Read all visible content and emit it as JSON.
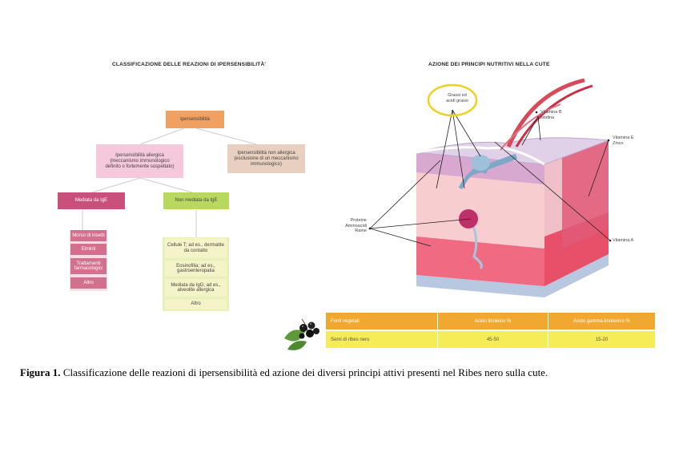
{
  "left_title": "Classificazione delle reazioni di ipersensibilità'",
  "right_title": "Azione dei principi nutritivi nella cute",
  "tree": {
    "root": "Ipersensibilità",
    "allergic": "Ipersensibilità allergica\n(meccanismo immunologico\ndefinito o fortemente sospettato)",
    "non_allergic": "Ipersensibilità non allergica\n(esclusione di un meccanismo\nimmunologico)",
    "ige": "Mediata da IgE",
    "non_ige": "Non mediata da IgE",
    "ige_items": [
      "Morso di insetti",
      "Elminti",
      "Trattamenti\nfarmacologici",
      "Altro"
    ],
    "non_ige_items": [
      "Cellule T; ad es., dermatite\nda contatto",
      "Eosinofilia; ad es.,\ngastroenteropatia",
      "Mediata da IgG; ad es.,\nalveolite allergica",
      "Altro"
    ]
  },
  "skin_labels": {
    "fats": "Grassi ed\nacidi grassi",
    "vit_b": "Vitamina B\nistidina",
    "vit_e": "Vitamina E\nZinco",
    "proteins": "Proteine\nAminoacidi\nRame",
    "vit_a": "Vitamina A"
  },
  "table": {
    "headers": [
      "Fonti vegetali",
      "Acido linoleico %",
      "Acido gamma-linolenico %"
    ],
    "row": [
      "Semi di ribes nero",
      "45-50",
      "15-20"
    ]
  },
  "colors": {
    "root": "#f0a060",
    "allergic": "#f5c8dc",
    "non_allergic": "#e8cfc0",
    "ige": "#c8507a",
    "ige_leaf": "#d2708e",
    "non_ige": "#b8d860",
    "table_header": "#f0a830",
    "table_row": "#f5ec58"
  },
  "caption": {
    "figure": "Figura 1.",
    "text": " Classificazione delle reazioni di ipersensibilità ed azione dei diversi principi attivi presenti nel Ribes nero sulla cute."
  }
}
